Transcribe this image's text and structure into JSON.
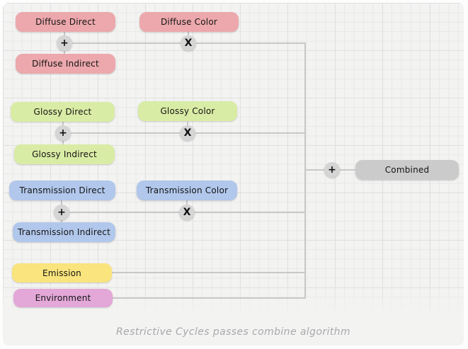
{
  "diagram": {
    "caption": "Restrictive Cycles passes combine algorithm",
    "operators": {
      "add": "+",
      "multiply": "X"
    },
    "groups": [
      {
        "name": "diffuse",
        "direct": "Diffuse Direct",
        "indirect": "Diffuse Indirect",
        "color_pass": "Diffuse Color",
        "box_color": "#eca8ac"
      },
      {
        "name": "glossy",
        "direct": "Glossy Direct",
        "indirect": "Glossy Indirect",
        "color_pass": "Glossy Color",
        "box_color": "#d9eca5"
      },
      {
        "name": "transmission",
        "direct": "Transmission Direct",
        "indirect": "Transmission Indirect",
        "color_pass": "Transmission Color",
        "box_color": "#b1c7eb"
      }
    ],
    "extra_passes": [
      {
        "name": "emission",
        "label": "Emission",
        "box_color": "#f9e47d"
      },
      {
        "name": "environment",
        "label": "Environment",
        "box_color": "#e3a7d8"
      }
    ],
    "output": {
      "label": "Combined",
      "box_color": "#cbcbcb"
    },
    "line_color": "#c8c8c8",
    "background_color": "#f3f3f2"
  }
}
